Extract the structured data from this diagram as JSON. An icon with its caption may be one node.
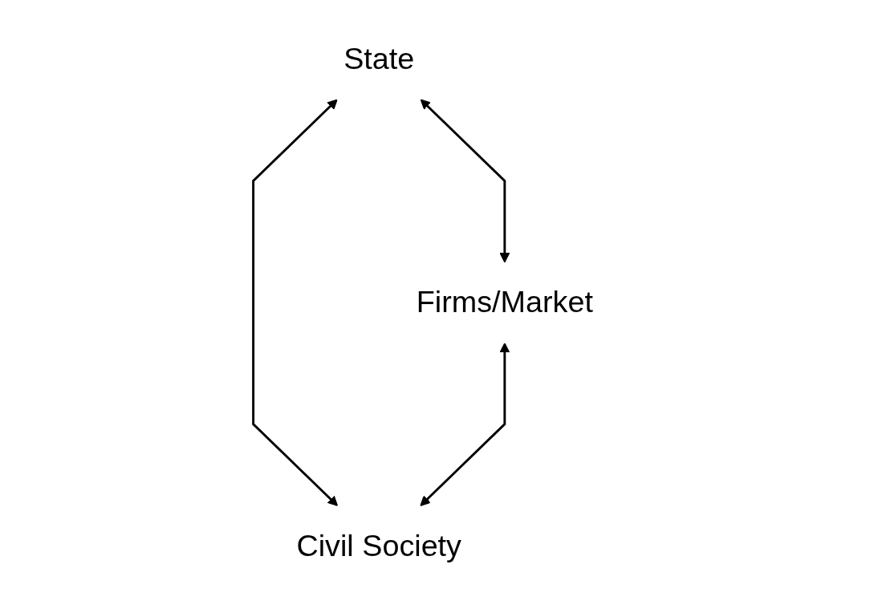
{
  "diagram": {
    "nodes": [
      {
        "text": [
          "State"
        ]
      },
      {
        "text": [
          "Firms/Market"
        ]
      },
      {
        "text": [
          "Civil Society"
        ]
      }
    ],
    "edges": [
      {
        "from": 0,
        "to": 1,
        "arrow": "both"
      },
      {
        "from": 0,
        "to": 2,
        "arrow": "both"
      },
      {
        "from": 1,
        "to": 2,
        "arrow": "both"
      }
    ]
  }
}
